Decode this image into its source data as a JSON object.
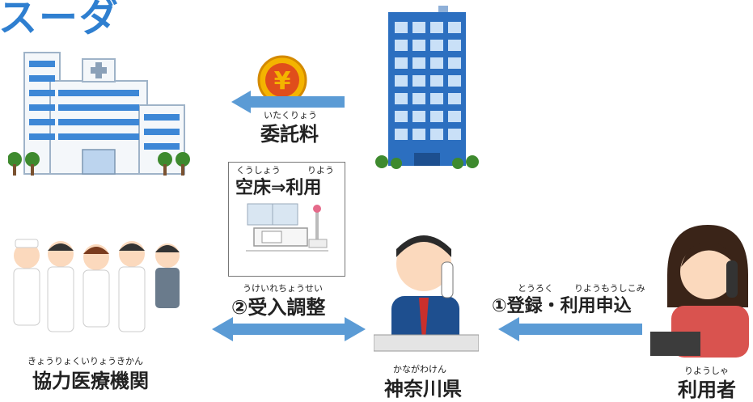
{
  "title_fragment": "スーダ",
  "nodes": {
    "hospital": {
      "ruby": "きょうりょくいりょうきかん",
      "label": "協力医療機関"
    },
    "prefecture": {
      "ruby": "かながわけん",
      "label": "神奈川県"
    },
    "user": {
      "ruby": "りようしゃ",
      "label": "利用者"
    }
  },
  "edges": {
    "fee": {
      "ruby": "いたくりょう",
      "label": "委託料",
      "coin_symbol": "¥"
    },
    "vacancy": {
      "ruby_left": "くうしょう",
      "ruby_right": "りよう",
      "label": "空床⇒利用"
    },
    "adjust": {
      "ruby": "うけいれちょうせい",
      "label": "②受入調整"
    },
    "register": {
      "ruby_left": "とうろく",
      "ruby_right": "りようもうしこみ",
      "label": "①登録・利用申込"
    }
  },
  "colors": {
    "arrow": "#5b9bd5",
    "title": "#2f7fd0",
    "coin": "#f4b400",
    "building": "#2c6fc0"
  }
}
